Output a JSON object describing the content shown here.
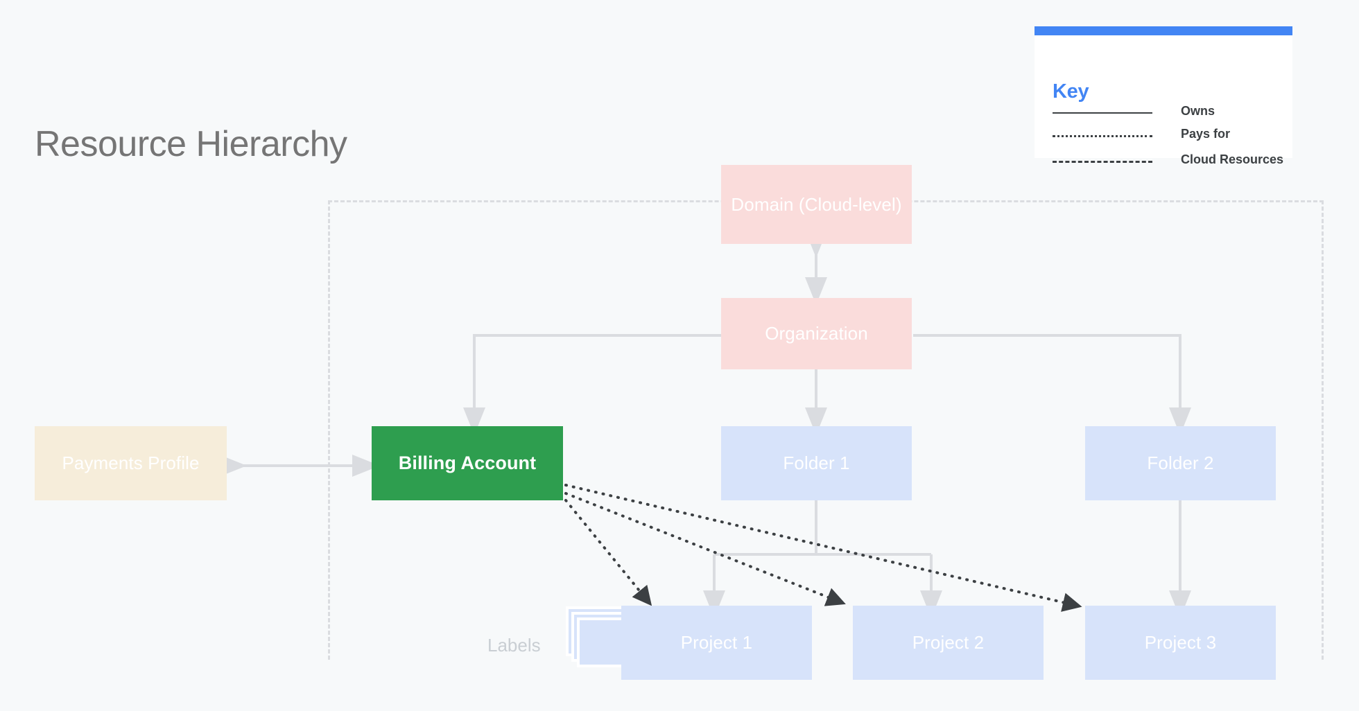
{
  "page": {
    "title": "Resource Hierarchy",
    "background": "#f7f9fa"
  },
  "key": {
    "title": "Key",
    "accent_color": "#4285f4",
    "rows": [
      {
        "style": "solid",
        "label": "Owns"
      },
      {
        "style": "dotted",
        "label": "Pays for"
      },
      {
        "style": "dashed",
        "label": "Cloud Resources"
      }
    ]
  },
  "nodes": {
    "domain": {
      "label": "Domain (Cloud-level)",
      "color": "#fadcdb"
    },
    "organization": {
      "label": "Organization",
      "color": "#fadcdb"
    },
    "payments_profile": {
      "label": "Payments Profile",
      "color": "#f6edda"
    },
    "billing_account": {
      "label": "Billing Account",
      "color": "#2e9e4f"
    },
    "folder_1": {
      "label": "Folder 1",
      "color": "#d7e3fa"
    },
    "folder_2": {
      "label": "Folder 2",
      "color": "#d7e3fa"
    },
    "project_1": {
      "label": "Project 1",
      "color": "#d7e3fa"
    },
    "project_2": {
      "label": "Project 2",
      "color": "#d7e3fa"
    },
    "project_3": {
      "label": "Project 3",
      "color": "#d7e3fa"
    },
    "labels": {
      "label": "Labels",
      "color": "#d7e3fa"
    }
  },
  "colors": {
    "connector": "#dadce0",
    "pays_for": "#3c4043",
    "boundary": "#dadce0",
    "title_text": "#757575"
  }
}
